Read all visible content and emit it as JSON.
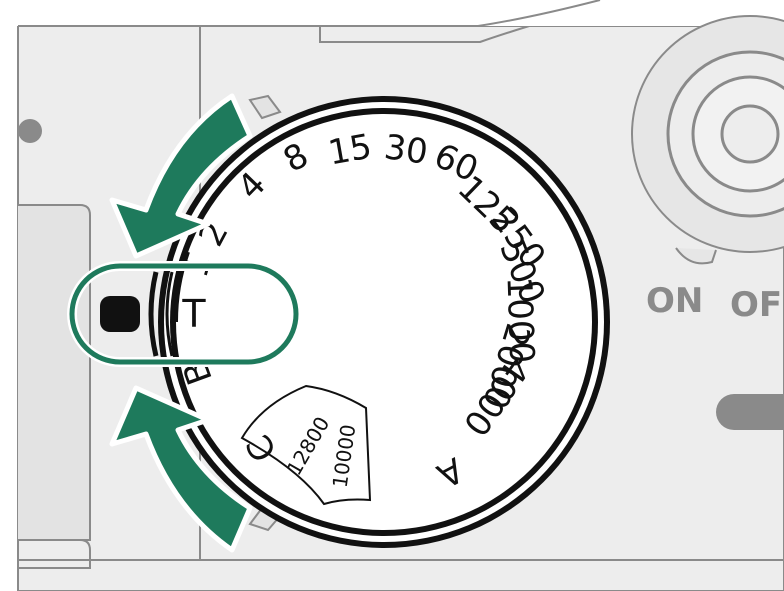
{
  "colors": {
    "background": "#ffffff",
    "camera_body": "#ededed",
    "outline": "#8a8a8a",
    "dial_face": "#ffffff",
    "dial_ring": "#111111",
    "arrow_green": "#1e7a5c",
    "highlight_stroke": "#1e7a5c",
    "index_mark": "#111111"
  },
  "shutter_dial": {
    "positions": {
      "p_8": "8",
      "p_15": "15",
      "p_30": "30",
      "p_60": "60",
      "p_125": "125",
      "p_250": "250",
      "p_500": "500",
      "p_1000": "1000",
      "p_2000": "2000",
      "p_4000": "4000",
      "p_a": "A",
      "p_4": "4",
      "p_2": "2",
      "p_1": "1",
      "p_t": "T",
      "p_b": "B"
    },
    "c_window": {
      "c": "C",
      "v12800": "12800",
      "v10000": "10000"
    },
    "selected": "T"
  },
  "power_switch": {
    "on_label": "ON",
    "off_label": "OFF"
  },
  "icons": {
    "rotate_ccw_arrow": "curved-arrow-up-left",
    "rotate_cw_arrow": "curved-arrow-down-left"
  }
}
